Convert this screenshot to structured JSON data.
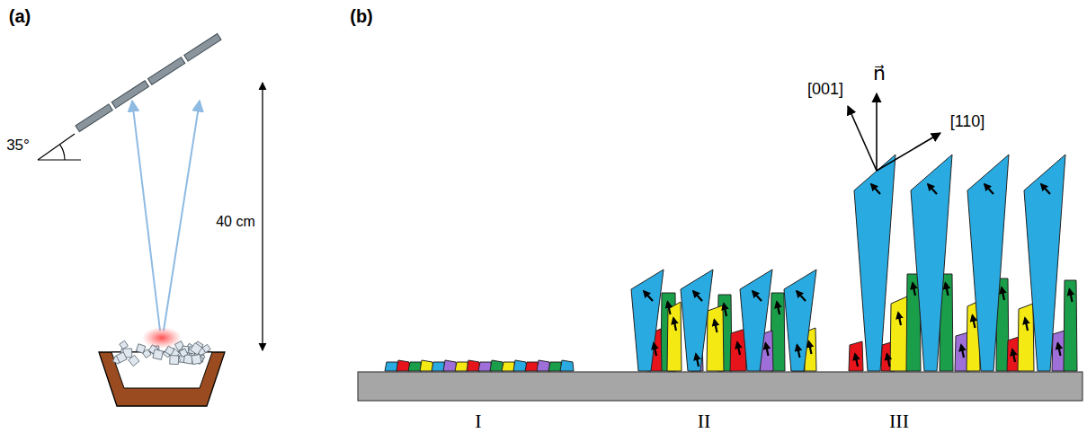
{
  "diagram": {
    "labels": [
      "(a)",
      "(b)",
      "35°",
      "40 cm",
      "[001]",
      "n⃗",
      "[110]",
      "I",
      "II",
      "III"
    ]
  }
}
